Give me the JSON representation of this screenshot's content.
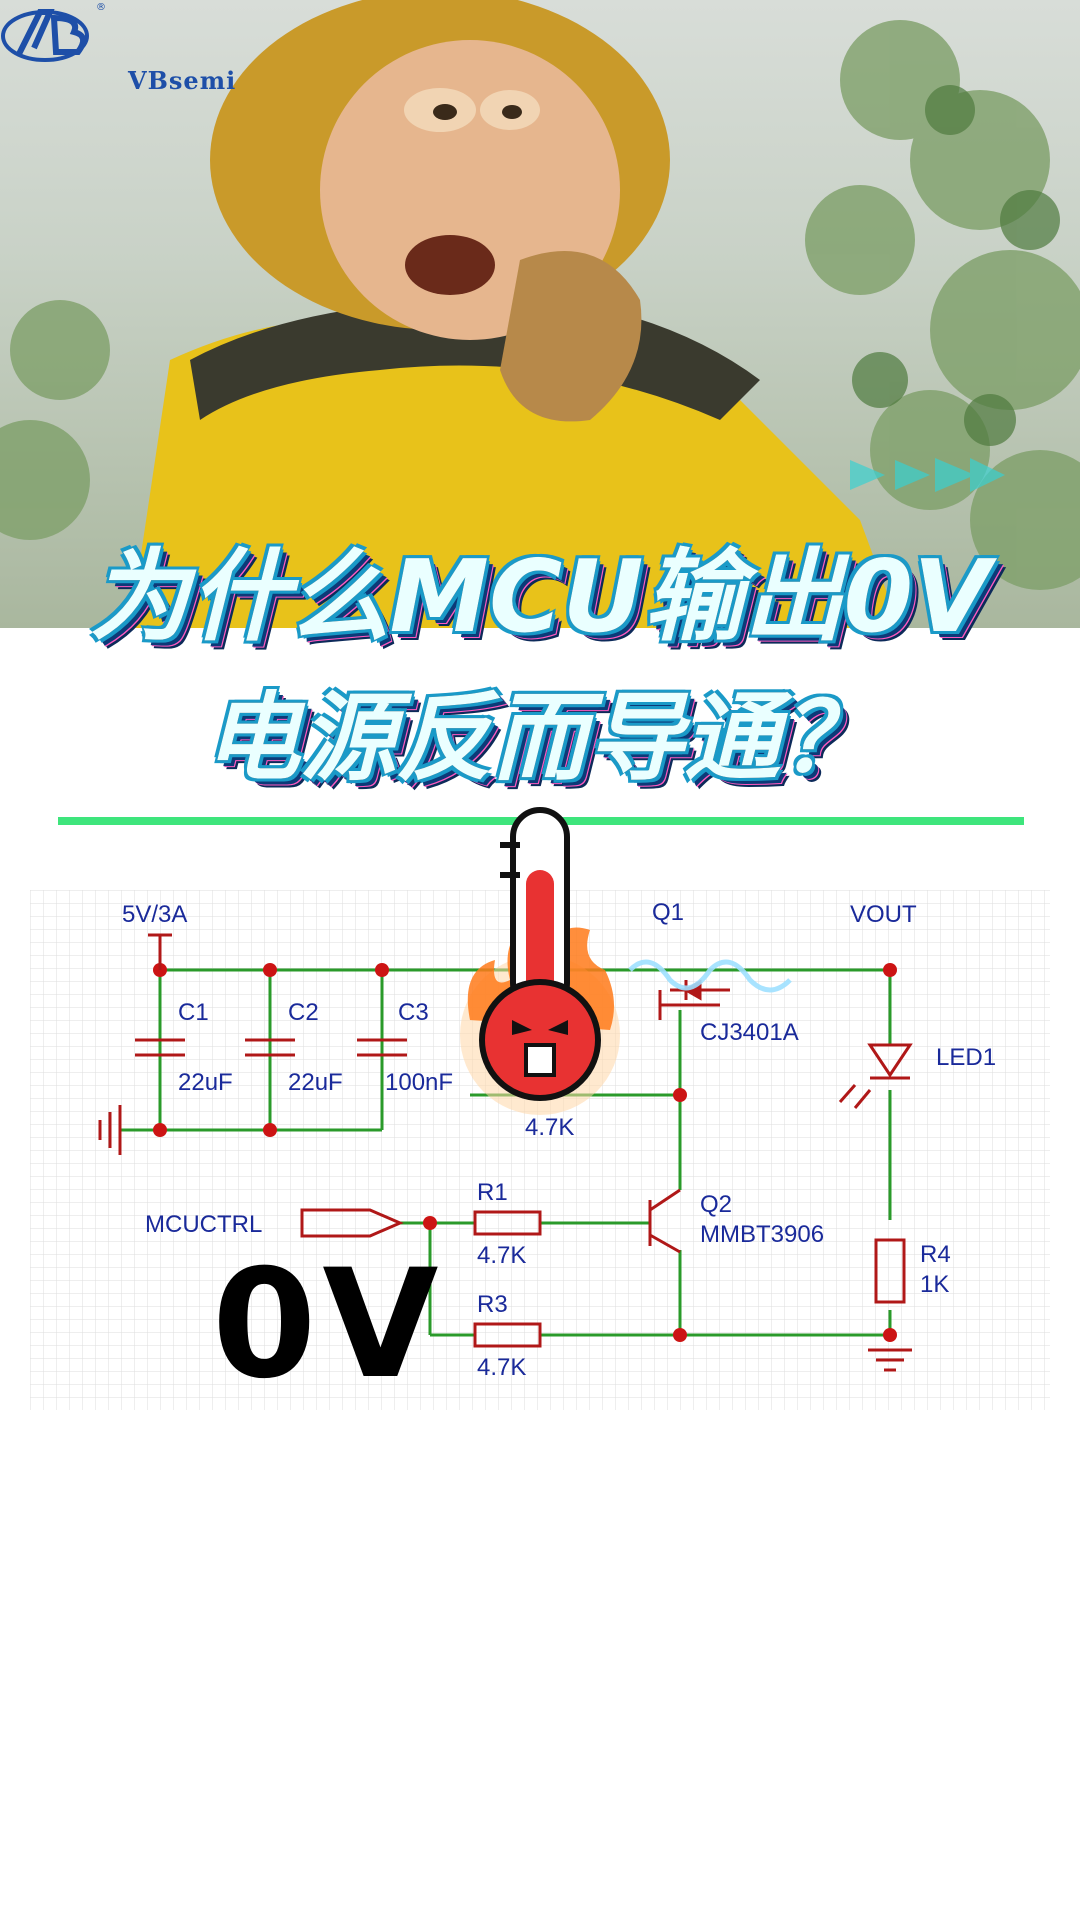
{
  "brand": {
    "name": "VBsemi"
  },
  "title": {
    "line1": "为什么MCU输出0V",
    "line2": "电源反而导通？"
  },
  "overlay_value": "0V",
  "schematic": {
    "supply": "5V/3A",
    "output": "VOUT",
    "caps": [
      {
        "ref": "C1",
        "value": "22uF"
      },
      {
        "ref": "C2",
        "value": "22uF"
      },
      {
        "ref": "C3",
        "value": "100nF"
      }
    ],
    "r2_value": "4.7K",
    "q1": {
      "ref": "Q1",
      "part": "CJ3401A"
    },
    "q2": {
      "ref": "Q2",
      "part": "MMBT3906"
    },
    "led": "LED1",
    "mcu_net": "MCUCTRL",
    "r1": {
      "ref": "R1",
      "value": "4.7K"
    },
    "r3": {
      "ref": "R3",
      "value": "4.7K"
    },
    "r4": {
      "ref": "R4",
      "value": "1K"
    }
  },
  "colors": {
    "wire": "#2a9a2a",
    "component": "#b01818",
    "label": "#1a2a9a",
    "divider": "#3ee57c"
  }
}
